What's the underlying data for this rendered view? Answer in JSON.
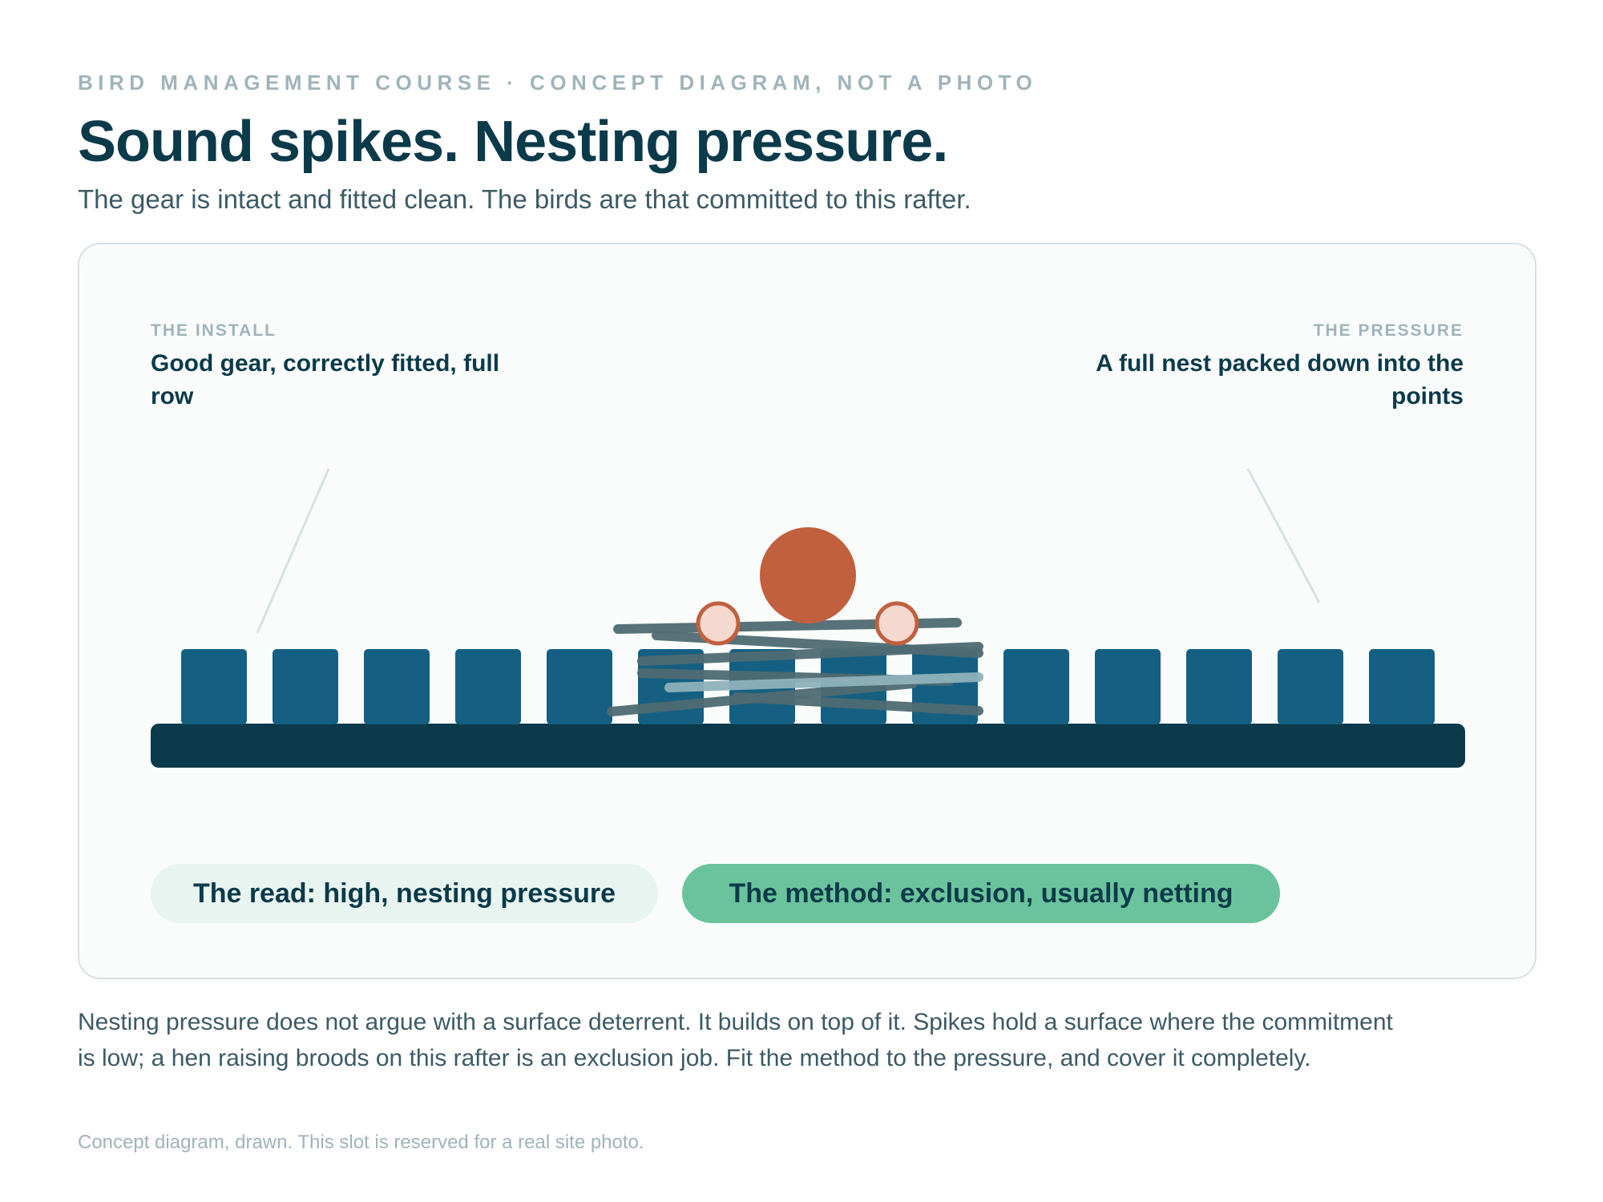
{
  "header": {
    "eyebrow": "BIRD MANAGEMENT COURSE · CONCEPT DIAGRAM, NOT A PHOTO",
    "title": "Sound spikes. Nesting pressure.",
    "subtitle": "The gear is intact and fitted clean. The birds are that committed to this rafter."
  },
  "diagram": {
    "left_callout": {
      "label": "THE INSTALL",
      "text": "Good gear, correctly fitted, full row"
    },
    "right_callout": {
      "label": "THE PRESSURE",
      "text": "A full nest packed down into the points"
    },
    "spike_count": 14,
    "chicks": 2,
    "adult_birds": 1,
    "colors": {
      "rafter": "#0b3a4a",
      "spike": "#156082",
      "nest_twig": "#4f6b73",
      "nest_twig_light": "#8fb2bb",
      "adult_bird": "#c1603e",
      "chick_fill": "#f5d8d0",
      "chick_outline": "#c1603e",
      "leader_line": "#d6e1e4"
    },
    "pills": {
      "read": "The read: high, nesting pressure",
      "method": "The method: exclusion, usually netting"
    }
  },
  "body": {
    "paragraph": "Nesting pressure does not argue with a surface deterrent. It builds on top of it. Spikes hold a surface where the commitment is low; a hen raising broods on this rafter is an exclusion job. Fit the method to the pressure, and cover it completely.",
    "footnote": "Concept diagram, drawn. This slot is reserved for a real site photo."
  }
}
